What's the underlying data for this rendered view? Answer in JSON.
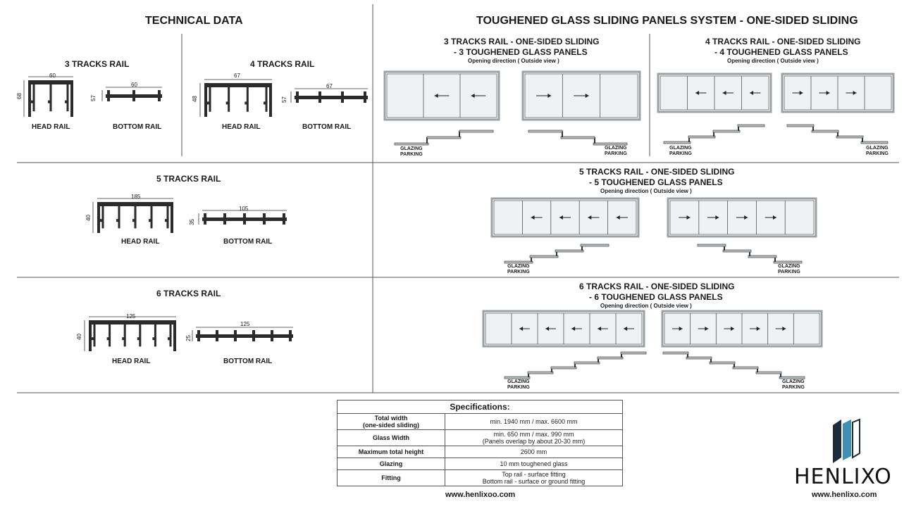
{
  "titles": {
    "technical": "TECHNICAL DATA",
    "system": "TOUGHENED GLASS SLIDING PANELS SYSTEM - ONE-SIDED SLIDING"
  },
  "rails": {
    "r3": {
      "title": "3 TRACKS RAIL",
      "head_w": "60",
      "head_h": "68",
      "bottom_w": "60",
      "bottom_h": "57"
    },
    "r4": {
      "title": "4 TRACKS RAIL",
      "head_w": "67",
      "head_h": "48",
      "bottom_w": "67",
      "bottom_h": "57"
    },
    "r5": {
      "title": "5 TRACKS RAIL",
      "head_w": "185",
      "head_h": "40",
      "bottom_w": "105",
      "bottom_h": "35"
    },
    "r6": {
      "title": "6 TRACKS RAIL",
      "head_w": "125",
      "head_h": "40",
      "bottom_w": "125",
      "bottom_h": "25"
    },
    "head_label": "HEAD RAIL",
    "bottom_label": "BOTTOM RAIL"
  },
  "systems": {
    "s3": {
      "line1": "3 TRACKS RAIL - ONE-SIDED SLIDING",
      "line2": "- 3 TOUGHENED GLASS PANELS",
      "panels": 3
    },
    "s4": {
      "line1": "4 TRACKS RAIL - ONE-SIDED SLIDING",
      "line2": "- 4 TOUGHENED GLASS PANELS",
      "panels": 4
    },
    "s5": {
      "line1": "5 TRACKS RAIL - ONE-SIDED SLIDING",
      "line2": "- 5 TOUGHENED GLASS PANELS",
      "panels": 5
    },
    "s6": {
      "line1": "6 TRACKS RAIL - ONE-SIDED SLIDING",
      "line2": "- 6 TOUGHENED GLASS PANELS",
      "panels": 6
    },
    "opening": "Opening direction ( Outside view )",
    "glazing": "GLAZING",
    "parking": "PARKING"
  },
  "specs": {
    "title": "Specifications:",
    "rows": [
      {
        "k1": "Total width",
        "k2": "(one-sided sliding)",
        "v1": "min. 1940 mm / max. 6600 mm",
        "v2": ""
      },
      {
        "k1": "Glass Width",
        "k2": "",
        "v1": "min. 650 mm / max. 990 mm",
        "v2": "(Panels overlap by about 20-30 mm)"
      },
      {
        "k1": "Maximum total height",
        "k2": "",
        "v1": "2600 mm",
        "v2": ""
      },
      {
        "k1": "Glazing",
        "k2": "",
        "v1": "10 mm toughened glass",
        "v2": ""
      },
      {
        "k1": "Fitting",
        "k2": "",
        "v1": "Top rail - surface fitting",
        "v2": "Bottom rail - surface or ground fitting"
      }
    ]
  },
  "footer": {
    "url_left": "www.henlixoo.com",
    "url_right": "www.henlixo.com",
    "brand": "HENLIXO"
  },
  "colors": {
    "rail": "#2b2b2b",
    "frame": "#9aa2a6",
    "glass": "#eef2f3",
    "line": "#333333",
    "logo_dark": "#1d2b3a",
    "logo_blue": "#3f8fb4"
  }
}
